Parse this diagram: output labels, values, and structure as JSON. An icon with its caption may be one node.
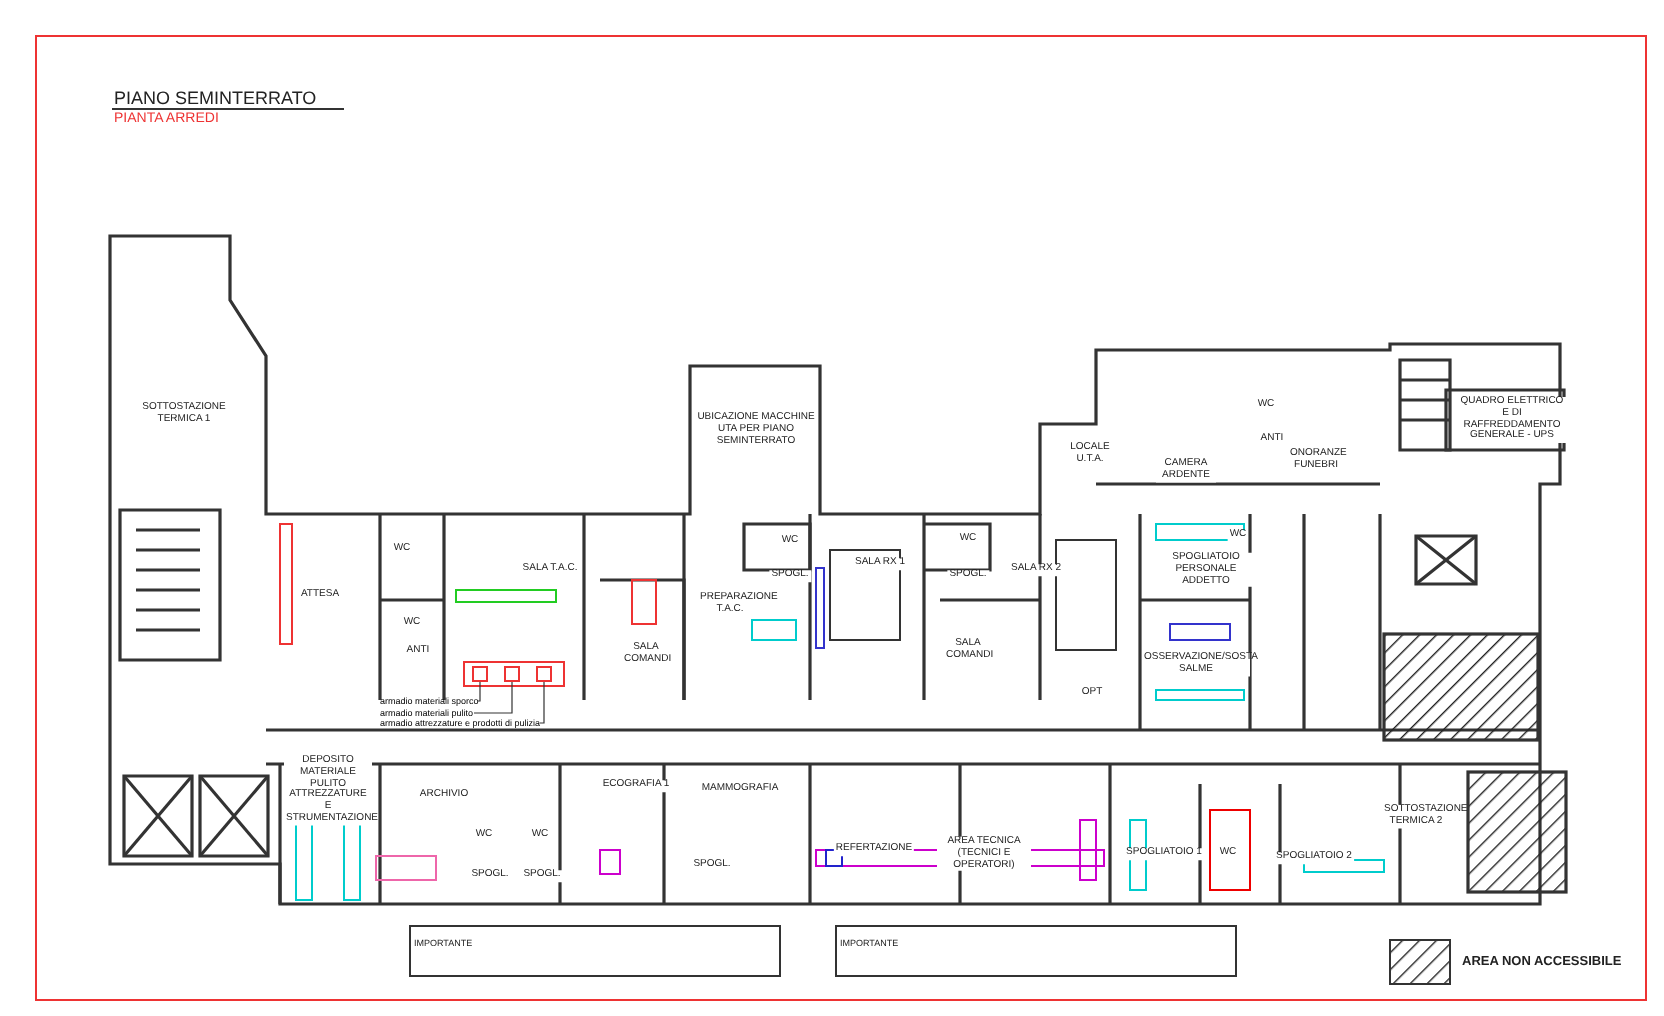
{
  "diagram": {
    "title": "PIANO SEMINTERRATO",
    "nodes": [
      {
        "text": [
          "armadio materiali sporco"
        ]
      },
      {
        "text": [
          "armadio materiali pulito"
        ]
      },
      {
        "text": [
          "armadio attrezzature e prodotti di pulizia"
        ]
      },
      {
        "text": [],
        "shape": "box"
      },
      {
        "text": [],
        "shape": "box"
      },
      {
        "text": [],
        "shape": "box"
      }
    ],
    "edges": [
      {
        "from": 0,
        "to": 3,
        "arrow": "none"
      },
      {
        "from": 1,
        "to": 4,
        "arrow": "none"
      },
      {
        "from": 2,
        "to": 5,
        "arrow": "none"
      }
    ],
    "labels": [
      "PIANTA ARREDI",
      "SOTTOSTAZIONE TERMICA 1",
      "ATTESA",
      "WC",
      "WC",
      "ANTI",
      "SALA T.A.C.",
      "UBICAZIONE MACCHINE UTA PER PIANO SEMINTERRATO",
      "WC",
      "SPOGL.",
      "SALA COMANDI",
      "PREPARAZIONE T.A.C.",
      "SALA RX 1",
      "WC",
      "SPOGL.",
      "SALA COMANDI",
      "SALA RX 2",
      "OPT",
      "LOCALE U.T.A.",
      "CAMERA ARDENTE",
      "WC",
      "ANTI",
      "ONORANZE FUNEBRI",
      "QUADRO ELETTRICO E DI RAFFREDDAMENTO GENERALE - UPS",
      "WC",
      "SPOGLIATOIO PERSONALE ADDETTO",
      "OSSERVAZIONE/SOSTA SALME",
      "DEPOSITO MATERIALE PULITO ATTREZZATURE E STRUMENTAZIONE",
      "ARCHIVIO",
      "WC",
      "SPOGL.",
      "WC",
      "SPOGL.",
      "ECOGRAFIA 1",
      "SPOGL.",
      "MAMMOGRAFIA",
      "REFERTAZIONE",
      "AREA TECNICA (TECNICI E OPERATORI)",
      "SPOGLIATOIO 1",
      "WC",
      "SPOGLIATOIO 2",
      "SOTTOSTAZIONE TERMICA 2",
      "IMPORTANTE",
      "IMPORTANTE"
    ],
    "legend": [
      {
        "text": "AREA NON ACCESSIBILE"
      }
    ]
  }
}
